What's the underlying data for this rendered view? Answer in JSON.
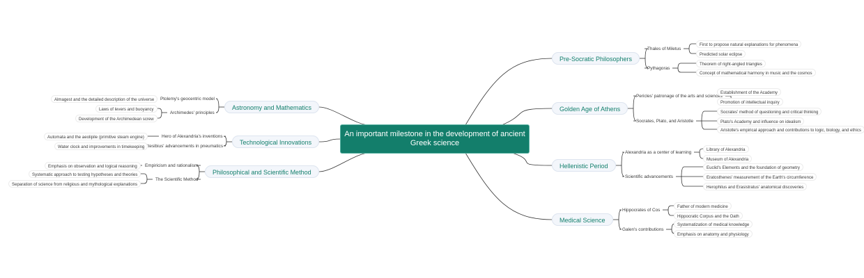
{
  "root": {
    "label": "An important milestone in the development of ancient Greek science"
  },
  "right_branches": [
    {
      "label": "Pre-Socratic Philosophers",
      "children": [
        {
          "label": "Thales of Miletus",
          "children": [
            "First to propose natural explanations for phenomena",
            "Predicted solar eclipse"
          ]
        },
        {
          "label": "Pythagoras",
          "children": [
            "Theorem of right-angled triangles",
            "Concept of mathematical harmony in music and the cosmos"
          ]
        }
      ]
    },
    {
      "label": "Golden Age of Athens",
      "children": [
        {
          "label": "Pericles' patronage of the arts and sciences",
          "children": [
            "Establishment of the Academy",
            "Promotion of intellectual inquiry"
          ]
        },
        {
          "label": "Socrates, Plato, and Aristotle",
          "children": [
            "Socrates' method of questioning and critical thinking",
            "Plato's Academy and influence on idealism",
            "Aristotle's empirical approach and contributions to logic, biology, and ethics"
          ]
        }
      ]
    },
    {
      "label": "Hellenistic Period",
      "children": [
        {
          "label": "Alexandria as a center of learning",
          "children": [
            "Library of Alexandria",
            "Museum of Alexandria"
          ]
        },
        {
          "label": "Scientific advancements",
          "children": [
            "Euclid's Elements and the foundation of geometry",
            "Eratosthenes' measurement of the Earth's circumference",
            "Herophilus and Erasistratus' anatomical discoveries"
          ]
        }
      ]
    },
    {
      "label": "Medical Science",
      "children": [
        {
          "label": "Hippocrates of Cos",
          "children": [
            "Father of modern medicine",
            "Hippocratic Corpus and the Oath"
          ]
        },
        {
          "label": "Galen's contributions",
          "children": [
            "Systematization of medical knowledge",
            "Emphasis on anatomy and physiology"
          ]
        }
      ]
    }
  ],
  "left_branches": [
    {
      "label": "Astronomy and Mathematics",
      "children": [
        {
          "label": "Ptolemy's geocentric model",
          "children": [
            "Almagest and the detailed description of the universe"
          ]
        },
        {
          "label": "Archimedes' principles",
          "children": [
            "Laws of levers and buoyancy",
            "Development of the Archimedean screw"
          ]
        }
      ]
    },
    {
      "label": "Technological Innovations",
      "children": [
        {
          "label": "Hero of Alexandria's inventions",
          "children": [
            "Automata and the aeolipile (primitive steam engine)"
          ]
        },
        {
          "label": "Ctesibius' advancements in pneumatics",
          "children": [
            "Water clock and improvements in timekeeping"
          ]
        }
      ]
    },
    {
      "label": "Philosophical and Scientific Method",
      "children": [
        {
          "label": "Empiricism and rationalism",
          "children": [
            "Emphasis on observation and logical reasoning"
          ]
        },
        {
          "label": "The Scientific Method",
          "children": [
            "Systematic approach to testing hypotheses and theories",
            "Separation of science from religious and mythological explanations"
          ]
        }
      ]
    }
  ],
  "colors": {
    "root_fill": "#137e6b",
    "branch_text": "#127f6c",
    "branch_fill": "#f3f6fb",
    "line": "#333333"
  }
}
